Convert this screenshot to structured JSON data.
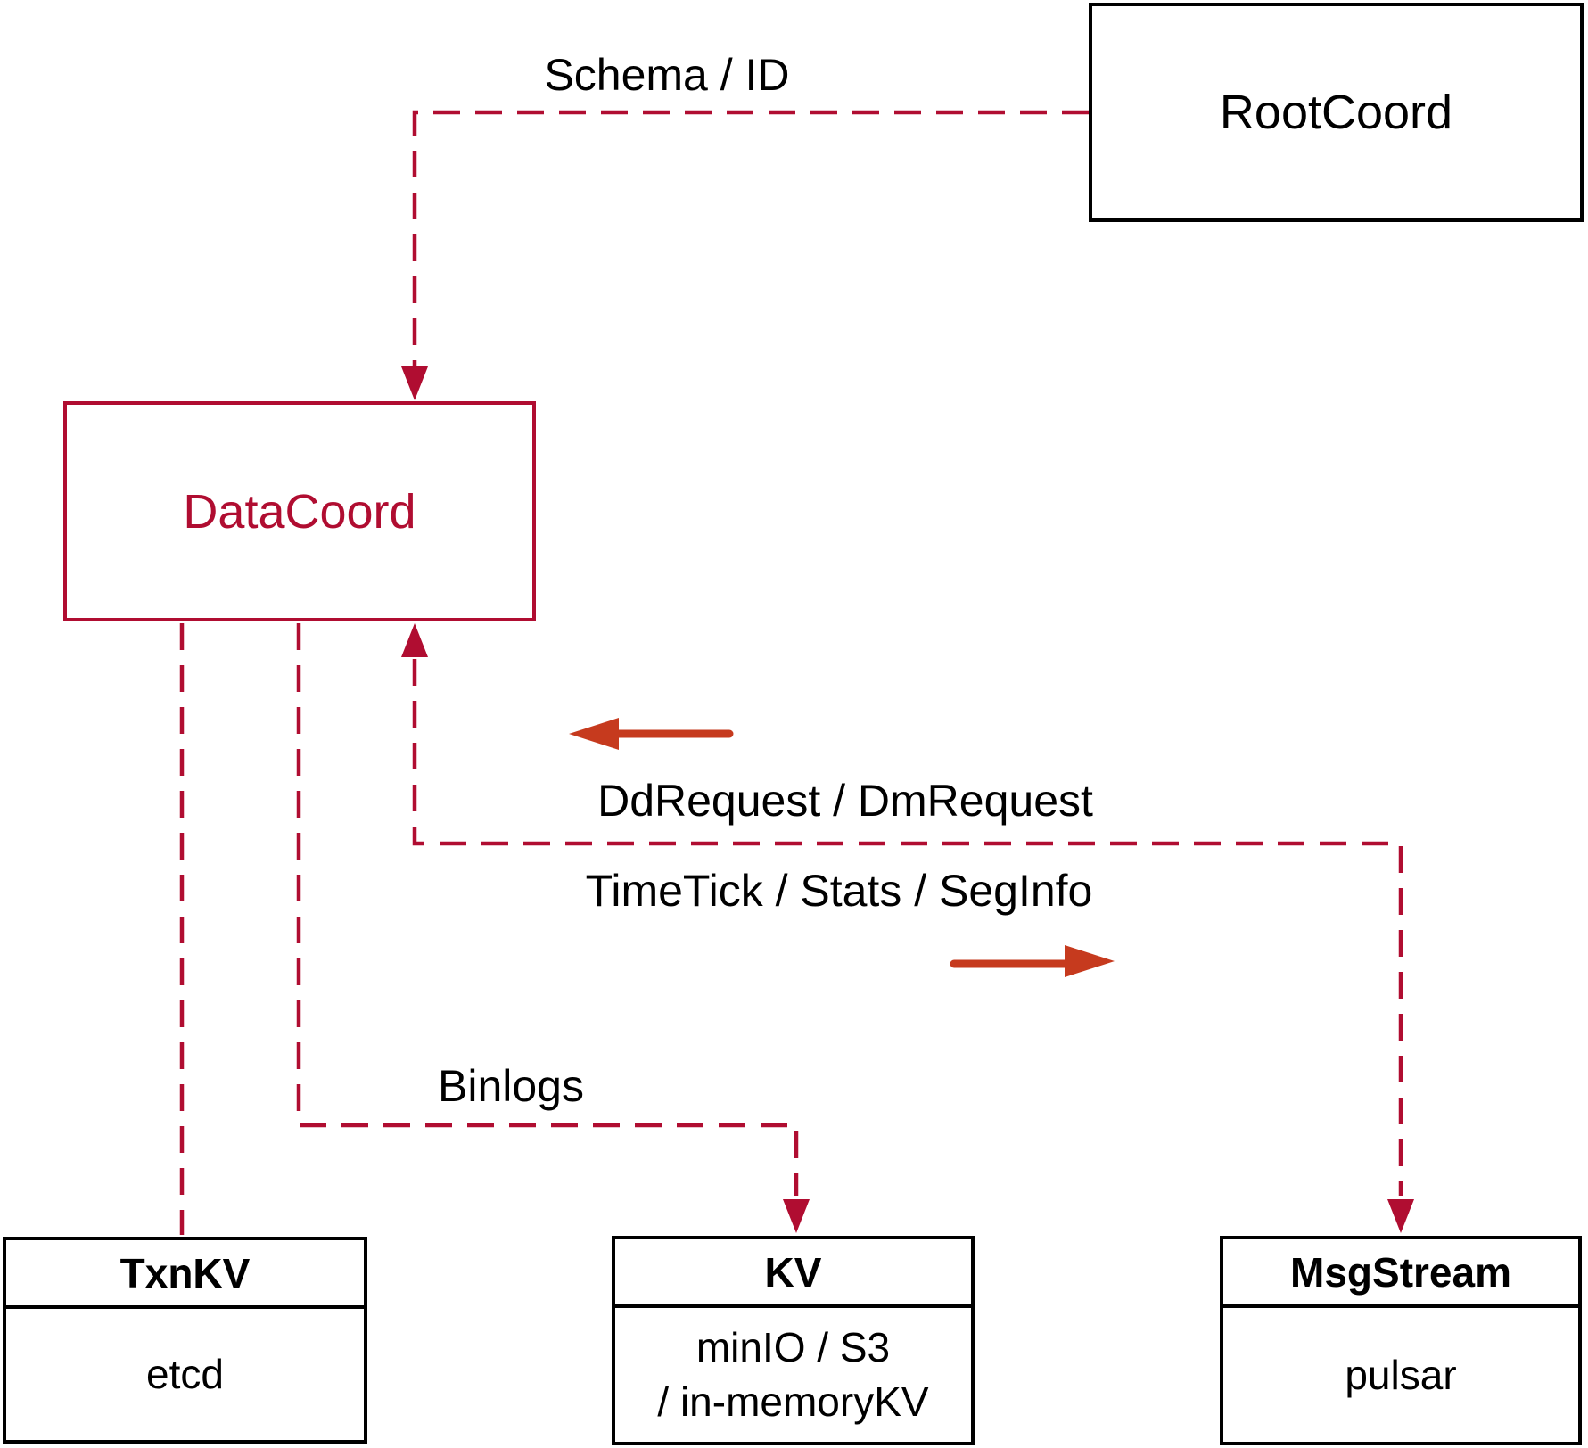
{
  "diagram": {
    "nodes": {
      "rootcoord": {
        "label": "RootCoord"
      },
      "datacoord": {
        "label": "DataCoord"
      },
      "txnkv": {
        "header": "TxnKV",
        "body": "etcd"
      },
      "kv": {
        "header": "KV",
        "body_line1": "minIO / S3",
        "body_line2": "/ in-memoryKV"
      },
      "msgstream": {
        "header": "MsgStream",
        "body": "pulsar"
      }
    },
    "edge_labels": {
      "schema_id": "Schema / ID",
      "dd_request": "DdRequest / DmRequest",
      "time_tick": "TimeTick / Stats / SegInfo",
      "binlogs": "Binlogs"
    },
    "colors": {
      "dashed_line": "#B00D31",
      "solid_arrow": "#C63A1E",
      "box_border_black": "#000000",
      "datacoord_red": "#B00D31",
      "text_black": "#000000"
    }
  }
}
